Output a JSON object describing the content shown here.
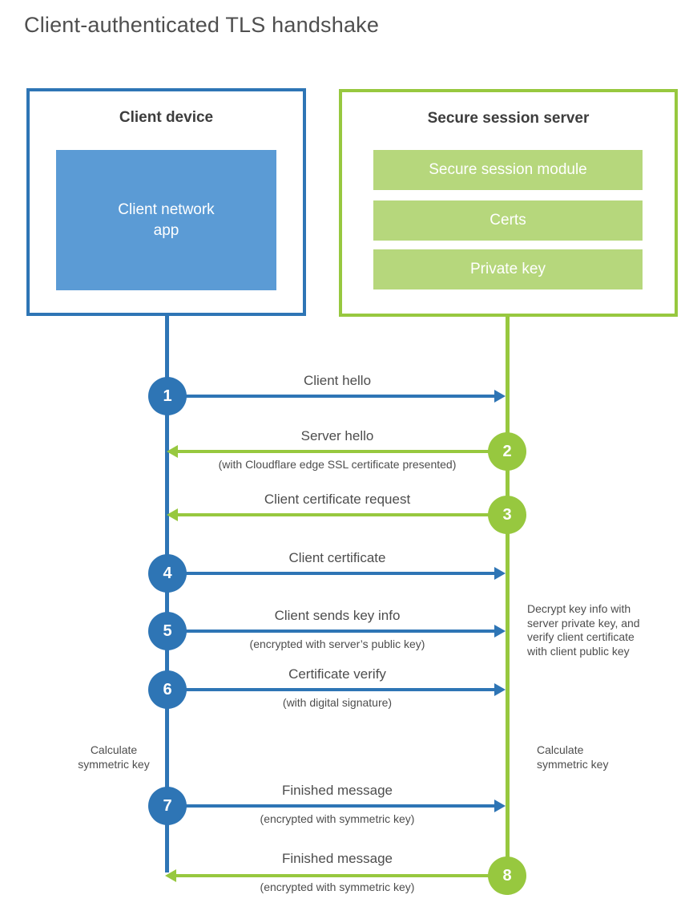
{
  "title": "Client-authenticated TLS handshake",
  "colors": {
    "blue": "#2e75b5",
    "blue_fill": "#5b9bd5",
    "green": "#97c83f",
    "green_fill": "#b6d77c"
  },
  "client_box": {
    "title": "Client device",
    "app_label": [
      "Client network",
      "app"
    ]
  },
  "server_box": {
    "title": "Secure session server",
    "modules": [
      "Secure session module",
      "Certs",
      "Private key"
    ]
  },
  "steps": [
    {
      "num": "1",
      "direction": "right",
      "actor": "client",
      "label": "Client hello",
      "sub": ""
    },
    {
      "num": "2",
      "direction": "left",
      "actor": "server",
      "label": "Server hello",
      "sub": "(with Cloudflare edge SSL certificate presented)"
    },
    {
      "num": "3",
      "direction": "left",
      "actor": "server",
      "label": "Client certificate request",
      "sub": ""
    },
    {
      "num": "4",
      "direction": "right",
      "actor": "client",
      "label": "Client certificate",
      "sub": ""
    },
    {
      "num": "5",
      "direction": "right",
      "actor": "client",
      "label": "Client sends key info",
      "sub": "(encrypted with server’s public key)"
    },
    {
      "num": "6",
      "direction": "right",
      "actor": "client",
      "label": "Certificate verify",
      "sub": "(with digital signature)"
    },
    {
      "num": "7",
      "direction": "right",
      "actor": "client",
      "label": "Finished message",
      "sub": "(encrypted with symmetric key)"
    },
    {
      "num": "8",
      "direction": "left",
      "actor": "server",
      "label": "Finished message",
      "sub": "(encrypted with symmetric key)"
    }
  ],
  "annotations": {
    "decrypt_note": [
      "Decrypt key info with",
      "server private key, and",
      "verify client certificate",
      "with client public key"
    ],
    "calc_left": [
      "Calculate",
      "symmetric key"
    ],
    "calc_right": [
      "Calculate",
      "symmetric key"
    ]
  }
}
